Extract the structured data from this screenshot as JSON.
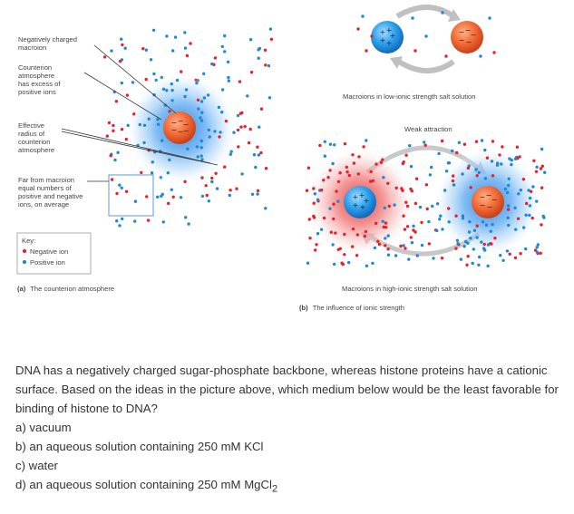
{
  "panel_a": {
    "labels": {
      "negatively_charged_macroion": [
        "Negatively charged",
        "macroion"
      ],
      "counterion_atmosphere": [
        "Counterion",
        "atmosphere",
        "has excess of",
        "positive ions"
      ],
      "effective_radius": [
        "Effective",
        "radius of",
        "counterion",
        "atmosphere"
      ],
      "far_from_macroion": [
        "Far from macroion",
        "equal numbers of",
        "positive and negative",
        "ions, on average"
      ]
    },
    "key": {
      "title": "Key:",
      "negative": "Negative ion",
      "positive": "Positive ion"
    },
    "caption_bold": "(a)",
    "caption_text": "The counterion atmosphere"
  },
  "panel_b": {
    "top_caption": "Macroions in low-ionic strength salt solution",
    "weak_attraction": "Weak attraction",
    "bottom_caption": "Macroions in high-ionic strength salt solution",
    "caption_bold": "(b)",
    "caption_text": "The influence of ionic strength"
  },
  "colors": {
    "negative_ion": "#e8202a",
    "positive_ion": "#1e88d8",
    "macroion_negative": "#f0602a",
    "macroion_positive": "#2a9ae0",
    "arrow_gray": "#b8b8b8"
  },
  "question": {
    "text": "DNA has a negatively charged sugar-phosphate backbone, whereas histone proteins have a cationic surface.  Based on the ideas in the picture above, which medium below would be the least favorable for binding of histone to DNA?",
    "options": [
      {
        "letter": "a)",
        "text": "vacuum"
      },
      {
        "letter": "b)",
        "text": "an aqueous solution containing 250 mM KCl"
      },
      {
        "letter": "c)",
        "text": "water"
      }
    ],
    "option_d_prefix": "d) an aqueous solution containing 250 mM MgCl",
    "option_d_subscript": "2"
  }
}
